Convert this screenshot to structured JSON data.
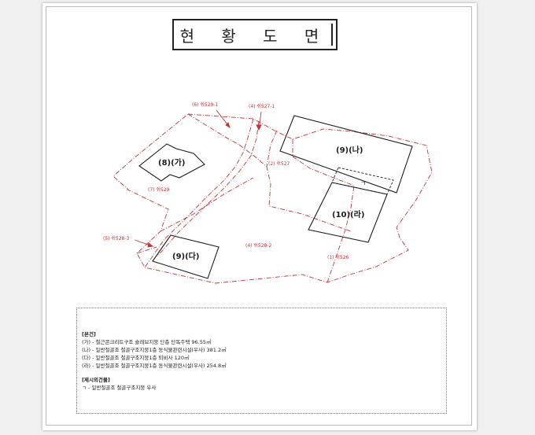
{
  "document": {
    "title": "현 황 도 면",
    "colors": {
      "boundary": "#c4343a",
      "outline": "#1b1b1b",
      "frame": "#b9b9b9"
    }
  },
  "map": {
    "parcel_labels": [
      "(6) 쉬529-1",
      "(4) 쉬527-1",
      "(2) 쉬527",
      "(7) 쉬529",
      "(5) 쉬528-3",
      "(4) 쉬528-2",
      "(1) 쉬526"
    ],
    "buildings": [
      "(8)(가)",
      "(9)(나)",
      "(10)(라)",
      "(9)(다)"
    ],
    "annex_label": "ㄱ"
  },
  "legend": {
    "section1_header": "[본건]",
    "items": [
      "(가) - 철근콘크리트구조 슬래브지붕 단층 단독주택 96.55㎡",
      "(나) - 일반철골조 철골구조지붕1층 동식물관련시설(우사) 381.2㎡",
      "(다) - 일반철골조 철골구조지붕1층 퇴비사 120㎡",
      "(라) - 일반철골조 철골구조지붕1층 동식물관련시설(우사) 254.8㎡"
    ],
    "section2_header": "[제시외건물]",
    "extra_items": [
      "ㄱ - 일반철골조 철골구조지붕 우사"
    ]
  }
}
